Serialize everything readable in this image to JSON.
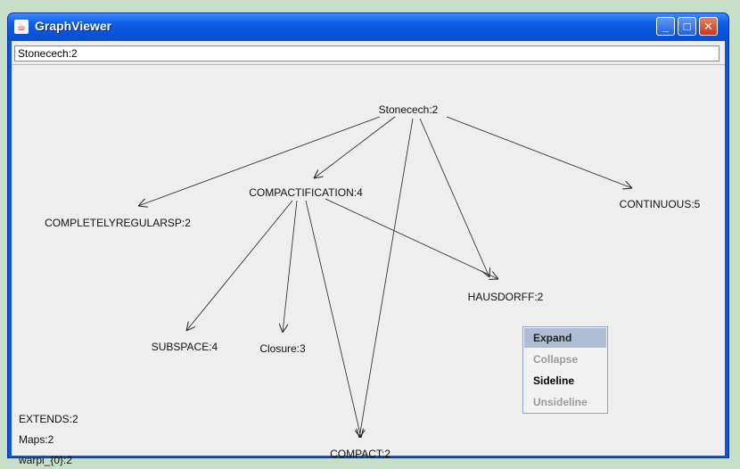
{
  "window": {
    "title": "GraphViewer",
    "app_icon": "java-cup-icon"
  },
  "address_bar": {
    "value": "Stonecech:2"
  },
  "graph": {
    "nodes": [
      {
        "id": "stonecech",
        "label": "Stonecech:2"
      },
      {
        "id": "compactification",
        "label": "COMPACTIFICATION:4"
      },
      {
        "id": "completelyregularsp",
        "label": "COMPLETELYREGULARSP:2"
      },
      {
        "id": "continuous",
        "label": "CONTINUOUS:5"
      },
      {
        "id": "hausdorff",
        "label": "HAUSDORFF:2"
      },
      {
        "id": "subspace",
        "label": "SUBSPACE:4"
      },
      {
        "id": "closure",
        "label": "Closure:3"
      },
      {
        "id": "compact",
        "label": "COMPACT:2"
      }
    ],
    "edges": [
      {
        "from": "stonecech",
        "to": "completelyregularsp"
      },
      {
        "from": "stonecech",
        "to": "compactification"
      },
      {
        "from": "stonecech",
        "to": "compact"
      },
      {
        "from": "stonecech",
        "to": "hausdorff"
      },
      {
        "from": "stonecech",
        "to": "continuous"
      },
      {
        "from": "compactification",
        "to": "subspace"
      },
      {
        "from": "compactification",
        "to": "closure"
      },
      {
        "from": "compactification",
        "to": "compact"
      },
      {
        "from": "compactification",
        "to": "hausdorff"
      }
    ]
  },
  "legend": {
    "items": [
      "EXTENDS:2",
      "Maps:2",
      "warpi_{0}:2"
    ]
  },
  "context_menu": {
    "items": [
      {
        "label": "Expand",
        "state": "selected"
      },
      {
        "label": "Collapse",
        "state": "disabled"
      },
      {
        "label": "Sideline",
        "state": "enabled"
      },
      {
        "label": "Unsideline",
        "state": "disabled"
      }
    ]
  }
}
